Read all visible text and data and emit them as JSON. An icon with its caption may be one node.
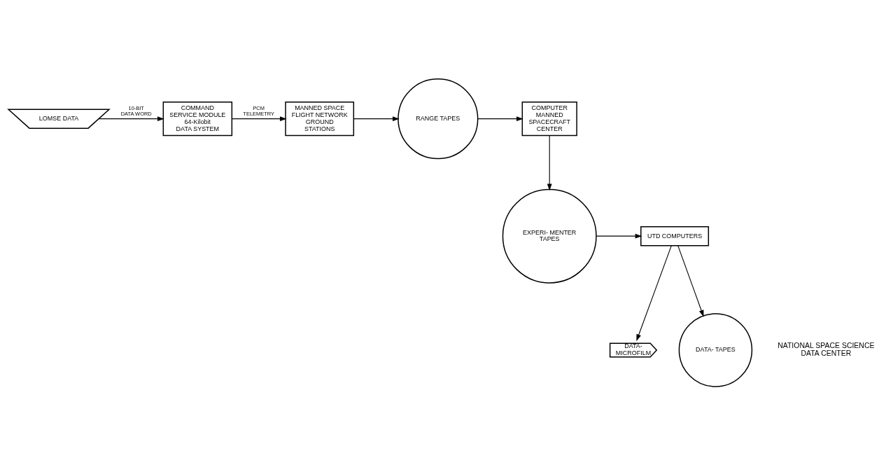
{
  "diagram": {
    "nodes": [
      {
        "text": [
          "LOMSE DATA"
        ]
      },
      {
        "text": [
          "COMMAND SERVICE MODULE 64-Kilobit DATA SYSTEM"
        ]
      },
      {
        "text": [
          "MANNED SPACE FLIGHT NETWORK GROUND STATIONS"
        ]
      },
      {
        "text": [
          "RANGE TAPES"
        ]
      },
      {
        "text": [
          "COMPUTER MANNED SPACECRAFT CENTER"
        ]
      },
      {
        "text": [
          "EXPERI- MENTER TAPES"
        ]
      },
      {
        "text": [
          "UTD COMPUTERS"
        ]
      },
      {
        "text": [
          "DATA- MICROFILM"
        ]
      },
      {
        "text": [
          "DATA- TAPES"
        ]
      }
    ],
    "edges": [
      {
        "from": 0,
        "to": 1,
        "arrow": "to",
        "label": "10-BIT DATA WORD"
      },
      {
        "from": 1,
        "to": 2,
        "arrow": "to",
        "label": "PCM TELEMETRY"
      },
      {
        "from": 2,
        "to": 3,
        "arrow": "to"
      },
      {
        "from": 3,
        "to": 4,
        "arrow": "to"
      },
      {
        "from": 4,
        "to": 5,
        "arrow": "to"
      },
      {
        "from": 5,
        "to": 6,
        "arrow": "to"
      },
      {
        "from": 6,
        "to": 7,
        "arrow": "to"
      },
      {
        "from": 6,
        "to": 8,
        "arrow": "to"
      }
    ],
    "labels": [
      "NATIONAL SPACE SCIENCE DATA CENTER"
    ]
  }
}
